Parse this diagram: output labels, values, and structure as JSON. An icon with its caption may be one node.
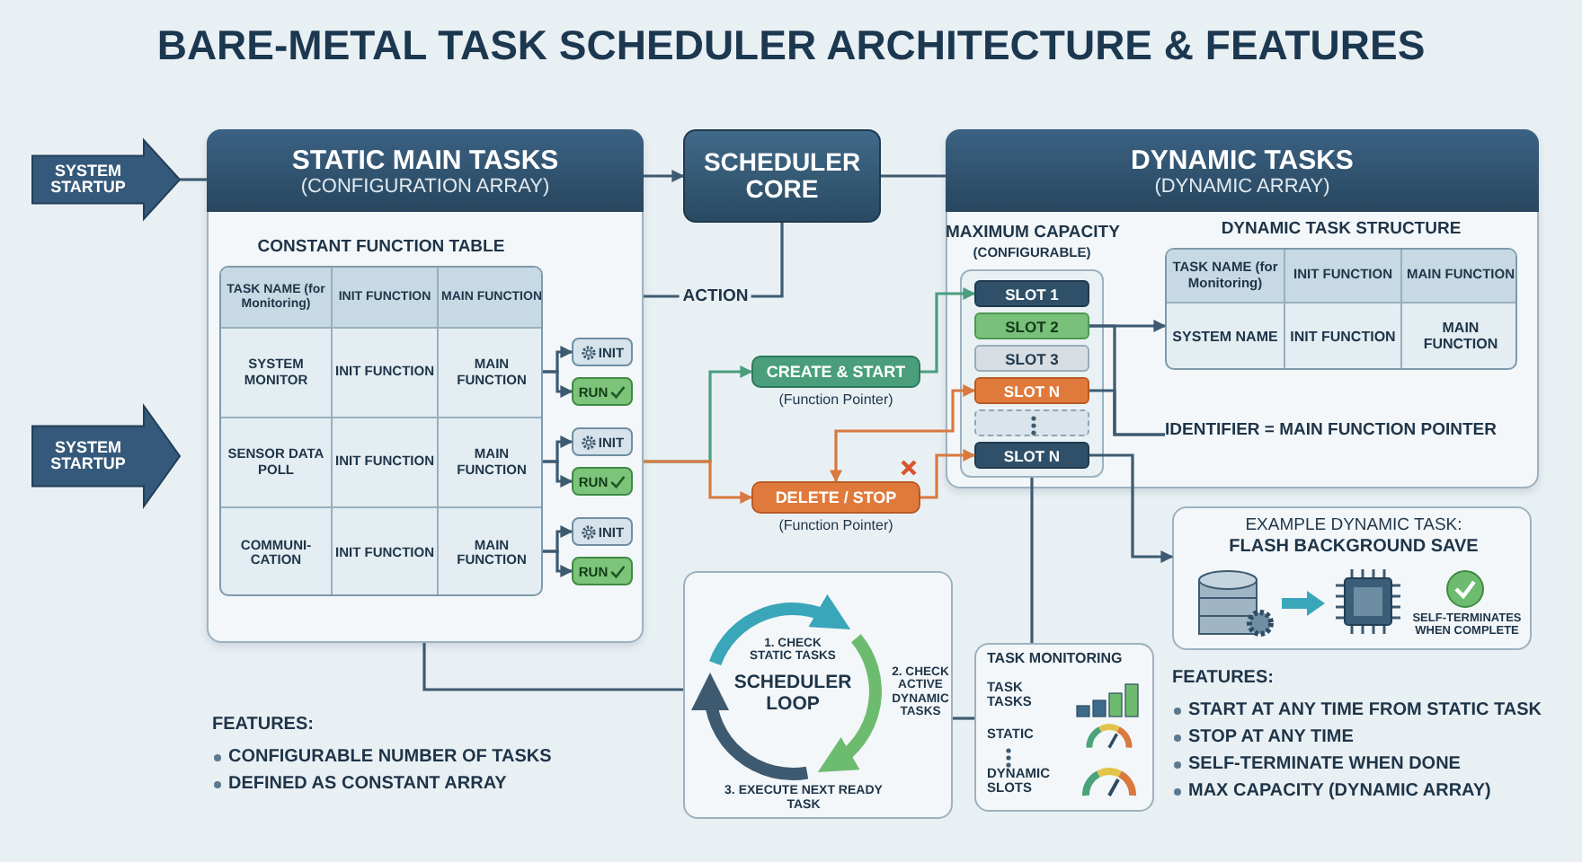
{
  "diagram": {
    "title": "BARE-METAL TASK SCHEDULER ARCHITECTURE & FEATURES",
    "nodes": [
      {
        "text": [
          "SYSTEM STARTUP"
        ]
      },
      {
        "text": [
          "STATIC MAIN TASKS",
          "(CONFIGURATION ARRAY)"
        ]
      },
      {
        "text": [
          "CONSTANT FUNCTION TABLE"
        ],
        "in": 1
      },
      {
        "text": [
          "INIT"
        ],
        "in": 1
      },
      {
        "text": [
          "RUN"
        ],
        "in": 1
      },
      {
        "text": [
          "INIT"
        ],
        "in": 1
      },
      {
        "text": [
          "RUN"
        ],
        "in": 1
      },
      {
        "text": [
          "INIT"
        ],
        "in": 1
      },
      {
        "text": [
          "RUN"
        ],
        "in": 1
      },
      {
        "text": [
          "SYSTEM STARTUP"
        ]
      },
      {
        "text": [
          "SCHEDULER CORE"
        ]
      },
      {
        "text": [
          "CREATE & START"
        ],
        "beside": [
          "(Function Pointer)"
        ]
      },
      {
        "text": [
          "DELETE / STOP"
        ],
        "beside": [
          "(Function Pointer)"
        ]
      },
      {
        "text": [
          "DYNAMIC TASKS",
          "(DYNAMIC ARRAY)"
        ]
      },
      {
        "text": [
          "MAXIMUM CAPACITY",
          "(CONFIGURABLE)"
        ],
        "in": 13
      },
      {
        "text": [
          "SLOT 1"
        ],
        "in": 14
      },
      {
        "text": [
          "SLOT 2"
        ],
        "in": 14
      },
      {
        "text": [
          "SLOT 3"
        ],
        "in": 14
      },
      {
        "text": [
          "SLOT N"
        ],
        "in": 14
      },
      {
        "text": [],
        "shape": "box",
        "in": 14
      },
      {
        "text": [
          "SLOT N"
        ],
        "in": 14
      },
      {
        "text": [
          "DYNAMIC TASK STRUCTURE"
        ],
        "in": 13
      },
      {
        "text": [
          "IDENTIFIER = MAIN FUNCTION POINTER"
        ],
        "in": 13
      },
      {
        "text": [
          "EXAMPLE DYNAMIC TASK:",
          "FLASH BACKGROUND SAVE",
          "SELF-TERMINATES WHEN COMPLETE"
        ]
      },
      {
        "text": [
          "1. CHECK STATIC TASKS",
          "SCHEDULER LOOP",
          "2. CHECK ACTIVE DYNAMIC TASKS",
          "3. EXECUTE NEXT READY TASK"
        ]
      },
      {
        "text": [
          "TASK MONITORING",
          "TASK TASKS",
          "STATIC",
          "DYNAMIC SLOTS"
        ]
      }
    ],
    "edges": [
      {
        "from": 0,
        "to": 1,
        "arrow": "none"
      },
      {
        "from": 1,
        "to": 10,
        "arrow": "to"
      },
      {
        "from": 10,
        "to": 13,
        "arrow": "none"
      },
      {
        "from": 10,
        "to": 1,
        "arrow": "none",
        "label": "ACTION"
      },
      {
        "from": 2,
        "to": 3,
        "arrow": "to"
      },
      {
        "from": 2,
        "to": 4,
        "arrow": "to"
      },
      {
        "from": 2,
        "to": 5,
        "arrow": "to"
      },
      {
        "from": 2,
        "to": 6,
        "arrow": "to"
      },
      {
        "from": 2,
        "to": 7,
        "arrow": "to"
      },
      {
        "from": 2,
        "to": 8,
        "arrow": "to"
      },
      {
        "from": 1,
        "to": 11,
        "arrow": "to",
        "color": "#4a9e7c"
      },
      {
        "from": 1,
        "to": 12,
        "arrow": "to",
        "color": "#d9793f"
      },
      {
        "from": 11,
        "to": 15,
        "arrow": "to",
        "color": "#4a9e7c"
      },
      {
        "from": 18,
        "to": 12,
        "arrow": "both",
        "color": "#d9793f"
      },
      {
        "from": 12,
        "to": 20,
        "arrow": "to",
        "color": "#d9793f"
      },
      {
        "from": 16,
        "to": 21,
        "arrow": "to"
      },
      {
        "from": 16,
        "to": 22,
        "arrow": "none"
      },
      {
        "from": 18,
        "to": 22,
        "arrow": "none"
      },
      {
        "from": 20,
        "to": 23,
        "arrow": "to"
      },
      {
        "from": 14,
        "to": 25,
        "arrow": "none"
      },
      {
        "from": 1,
        "to": 24,
        "arrow": "none"
      },
      {
        "from": 24,
        "to": 25,
        "arrow": "none"
      }
    ],
    "labels": [
      "TASK NAME (for Monitoring)",
      "INIT FUNCTION",
      "MAIN FUNCTION",
      "SYSTEM MONITOR",
      "INIT FUNCTION",
      "MAIN FUNCTION",
      "SENSOR DATA POLL",
      "INIT FUNCTION",
      "MAIN FUNCTION",
      "COMMUNI- CATION",
      "INIT FUNCTION",
      "MAIN FUNCTION",
      "TASK NAME (for Monitoring)",
      "INIT FUNCTION",
      "MAIN FUNCTION",
      "SYSTEM NAME",
      "INIT FUNCTION",
      "MAIN FUNCTION",
      "FEATURES:",
      "CONFIGURABLE NUMBER OF TASKS",
      "DEFINED AS CONSTANT ARRAY",
      "FEATURES:",
      "START AT ANY TIME FROM STATIC TASK",
      "STOP AT ANY TIME",
      "SELF-TERMINATE WHEN DONE",
      "MAX CAPACITY (DYNAMIC ARRAY)"
    ]
  }
}
